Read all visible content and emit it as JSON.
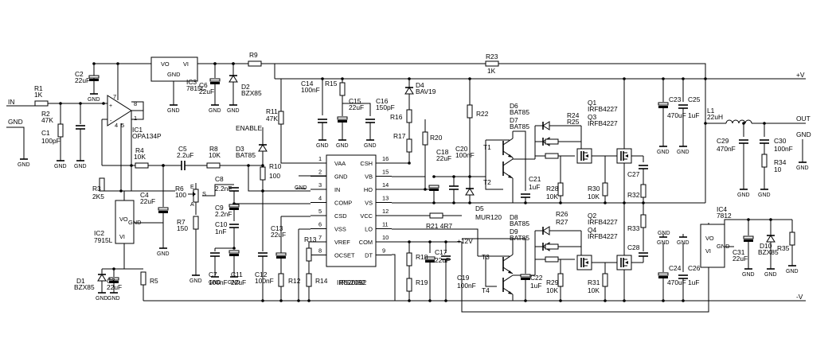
{
  "labels": {
    "in": "IN",
    "gnd": "GND",
    "enable": "ENABLE",
    "out": "OUT",
    "pos_v": "+V",
    "neg_v": "-V",
    "pos_12v": "+12V",
    "opamp_pos": "+",
    "opamp_neg": "-",
    "opamp_n1": "1",
    "opamp_n4": "4",
    "opamp_n5": "5",
    "opamp_n7": "7",
    "opamp_n8": "8",
    "r6_s": "S",
    "r6_e": "E",
    "r6_a": "A"
  },
  "parts": {
    "R1": "R1",
    "R1_val": "1K",
    "R2": "R2",
    "R2_val": "47K",
    "C1": "C1",
    "C1_val": "100pF",
    "C2": "C2",
    "C2_val": "22uF",
    "IC1": "IC1",
    "IC1_val": "OPA134P",
    "IC3": "IC3",
    "IC3_val": "7815L",
    "IC3_vo": "VO",
    "IC3_vi": "VI",
    "IC3_gnd": "GND",
    "C6": "C6",
    "C6_val": "22uF",
    "D2": "D2",
    "D2_val": "BZX85",
    "R9": "R9",
    "R23": "R23",
    "R23_val": "1K",
    "R4": "R4",
    "R4_val": "10K",
    "C5": "C5",
    "C5_val": "2.2uF",
    "R8": "R8",
    "R8_val": "10K",
    "D3": "D3",
    "D3_val": "BAT85",
    "R11": "R11",
    "R11_val": "47K",
    "R10": "R10",
    "R10_val": "100",
    "R3": "R3",
    "R3_val": "2K5",
    "C4": "C4",
    "C4_val": "22uF",
    "R6": "R6",
    "R6_val": "100",
    "C8": "C8",
    "C8_val": "2.2nF",
    "C9": "C9",
    "C9_val": "2.2nF",
    "C10": "C10",
    "C10_val": "1nF",
    "R7": "R7",
    "R7_val": "150",
    "IC2": "IC2",
    "IC2_val": "7915L",
    "IC2_vo": "VO",
    "IC2_vi": "VI",
    "IC2_gnd": "GND",
    "C7": "C7",
    "C7_val": "100nF",
    "C11": "C11",
    "C11_val": "22uF",
    "C12": "C12",
    "C12_val": "100nF",
    "C13": "C13",
    "C13_val": "22uF",
    "D1": "D1",
    "D1_val": "BZX85",
    "C3": "C3",
    "C3_val": "22uF",
    "R5": "R5",
    "C14": "C14",
    "C14_val": "100nF",
    "R15": "R15",
    "C15": "C15",
    "C15_val": "22uF",
    "C16": "C16",
    "C16_val": "150pF",
    "R16": "R16",
    "D4": "D4",
    "D4_val": "BAV19",
    "R17": "R17",
    "R20": "R20",
    "R22": "R22",
    "C18": "C18",
    "C18_val": "22uF",
    "C20": "C20",
    "C20_val": "100nF",
    "D5": "D5",
    "D5_val": "MUR120",
    "R21": "R21 4R7",
    "R12": "R12",
    "R13": "R13",
    "R14": "R14",
    "R18": "R18",
    "R19": "R19",
    "C17": "C17",
    "C17_val": "22uF",
    "C19": "C19",
    "C19_val": "100nF",
    "IRS_a": "IRS20092",
    "IRS_b": "IRS2092",
    "T1": "T1",
    "T2": "T2",
    "T3": "T3",
    "T4": "T4",
    "D6": "D6",
    "D6_val": "BAT85",
    "D7": "D7",
    "D7_val": "BAT85",
    "D8": "D8",
    "D8_val": "BAT85",
    "D9": "D9",
    "D9_val": "BAT85",
    "R24": "R24",
    "R25": "R25",
    "R26": "R26",
    "R27": "R27",
    "C21": "C21",
    "C21_val": "1uF",
    "C22": "C22",
    "C22_val": "1uF",
    "R28": "R28",
    "R28_val": "10K",
    "R29": "R29",
    "R29_val": "10K",
    "R30": "R30",
    "R30_val": "10K",
    "R31": "R31",
    "R31_val": "10K",
    "Q1": "Q1",
    "Q1_val": "IRFB4227",
    "Q2": "Q2",
    "Q2_val": "IRFB4227",
    "Q3": "Q3",
    "Q3_val": "IRFB4227",
    "Q4": "Q4",
    "Q4_val": "IRFB4227",
    "C27": "C27",
    "C28": "C28",
    "R32": "R32",
    "R33": "R33",
    "C23": "C23",
    "C23_val": "470uF",
    "C25": "C25",
    "C25_val": "1uF",
    "C24": "C24",
    "C24_val": "470uF",
    "C26": "C26",
    "C26_val": "1uF",
    "L1": "L1",
    "L1_val": "22uH",
    "C29": "C29",
    "C29_val": "470nF",
    "C30": "C30",
    "C30_val": "100nF",
    "R34": "R34",
    "R34_val": "10",
    "IC4": "IC4",
    "IC4_val": "7812",
    "IC4_vo": "VO",
    "IC4_vi": "VI",
    "IC4_gnd": "GND",
    "C31": "C31",
    "C31_val": "22uF",
    "D10": "D10",
    "D10_val": "BZX85",
    "R35": "R35"
  },
  "driver_pins": {
    "left": [
      {
        "num": "1",
        "name": "VAA"
      },
      {
        "num": "2",
        "name": "GND"
      },
      {
        "num": "3",
        "name": "IN"
      },
      {
        "num": "4",
        "name": "COMP"
      },
      {
        "num": "5",
        "name": "CSD"
      },
      {
        "num": "6",
        "name": "VSS"
      },
      {
        "num": "7",
        "name": "VREF"
      },
      {
        "num": "8",
        "name": "OCSET"
      }
    ],
    "right": [
      {
        "num": "16",
        "name": "CSH"
      },
      {
        "num": "15",
        "name": "VB"
      },
      {
        "num": "14",
        "name": "HO"
      },
      {
        "num": "13",
        "name": "VS"
      },
      {
        "num": "12",
        "name": "VCC"
      },
      {
        "num": "11",
        "name": "LO"
      },
      {
        "num": "10",
        "name": "COM"
      },
      {
        "num": "9",
        "name": "DT"
      }
    ]
  }
}
